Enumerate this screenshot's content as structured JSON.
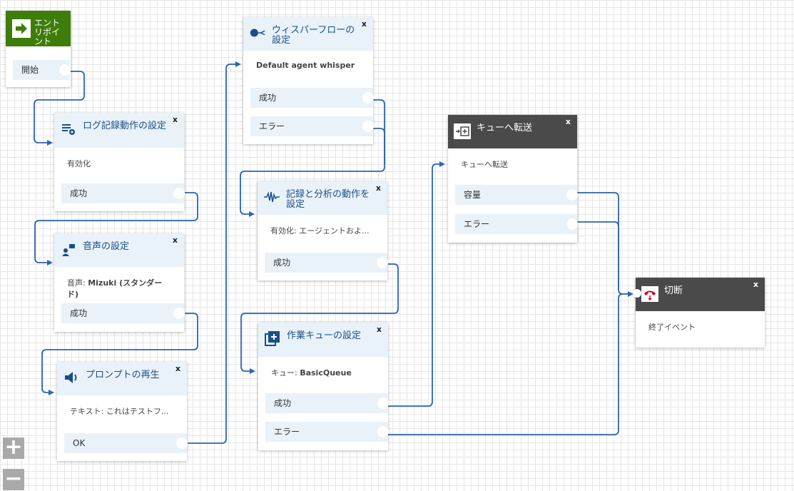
{
  "entry": {
    "title": "エントリポイント",
    "branch": "開始"
  },
  "logging": {
    "title": "ログ記録動作の設定",
    "body": "有効化",
    "branch": "成功"
  },
  "voice": {
    "title": "音声の設定",
    "body_label": "音声: ",
    "body_value": "Mizuki (スタンダード)",
    "branch": "成功"
  },
  "prompt": {
    "title": "プロンプトの再生",
    "body": "テキスト: これはテストフ...",
    "branch": "OK"
  },
  "whisper": {
    "title": "ウィスパーフローの設定",
    "body": "Default agent whisper",
    "branch_ok": "成功",
    "branch_err": "エラー"
  },
  "recording": {
    "title": "記録と分析の動作を設定",
    "body": "有効化: エージェントおよ...",
    "branch": "成功"
  },
  "queue": {
    "title": "作業キューの設定",
    "body_label": "キュー: ",
    "body_value": "BasicQueue",
    "branch_ok": "成功",
    "branch_err": "エラー"
  },
  "transfer": {
    "title": "キューへ転送",
    "body": "キューへ転送",
    "branch_cap": "容量",
    "branch_err": "エラー"
  },
  "disconnect": {
    "title": "切断",
    "body": "終了イベント"
  },
  "close_label": "x",
  "zoom": {
    "in": "+",
    "out": "−"
  },
  "colors": {
    "connector": "#2c65b0",
    "entry_green": "#3f7d0a",
    "dark_header": "#4a4a4a",
    "branch_bg": "#e9f1f9",
    "title_blue": "#1b4f86",
    "hangup_red": "#d0021b"
  }
}
